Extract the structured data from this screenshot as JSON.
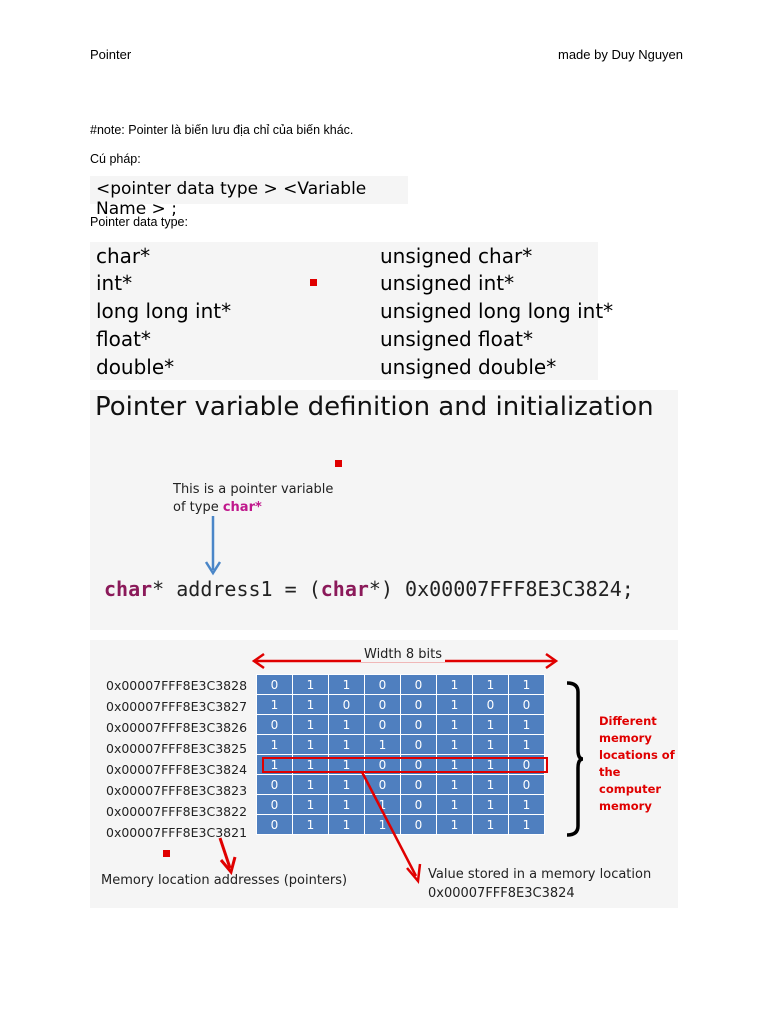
{
  "header": {
    "left": "Pointer",
    "right": "made by Duy Nguyen"
  },
  "note": "#note: Pointer là biến lưu địa chỉ của biến khác.",
  "syntax_label": "Cú pháp:",
  "syntax": "<pointer data type > <Variable Name > ;",
  "data_type_label": "Pointer data type:",
  "data_types": {
    "left": [
      "char*",
      "int*",
      "long long int*",
      "float*",
      "double*"
    ],
    "right": [
      "unsigned char*",
      "unsigned int*",
      "unsigned long long int*",
      "unsigned float*",
      "unsigned double*"
    ]
  },
  "figure1": {
    "title": "Pointer variable definition and initialization",
    "annotation_line1": "This is a pointer variable",
    "annotation_line2_prefix": "of type ",
    "annotation_type": "char*",
    "code": {
      "kw1": "char",
      "part1": "* address1 = (",
      "kw2": "char",
      "part2": "*) 0x00007FFF8E3C3824;"
    }
  },
  "figure2": {
    "width_label": "Width 8 bits",
    "addresses": [
      "0x00007FFF8E3C3828",
      "0x00007FFF8E3C3827",
      "0x00007FFF8E3C3826",
      "0x00007FFF8E3C3825",
      "0x00007FFF8E3C3824",
      "0x00007FFF8E3C3823",
      "0x00007FFF8E3C3822",
      "0x00007FFF8E3C3821"
    ],
    "bits": [
      [
        "0",
        "1",
        "1",
        "0",
        "0",
        "1",
        "1",
        "1"
      ],
      [
        "1",
        "1",
        "0",
        "0",
        "0",
        "1",
        "0",
        "0"
      ],
      [
        "0",
        "1",
        "1",
        "0",
        "0",
        "1",
        "1",
        "1"
      ],
      [
        "1",
        "1",
        "1",
        "1",
        "0",
        "1",
        "1",
        "1"
      ],
      [
        "1",
        "1",
        "1",
        "0",
        "0",
        "1",
        "1",
        "0"
      ],
      [
        "0",
        "1",
        "1",
        "0",
        "0",
        "1",
        "1",
        "0"
      ],
      [
        "0",
        "1",
        "1",
        "1",
        "0",
        "1",
        "1",
        "1"
      ],
      [
        "0",
        "1",
        "1",
        "1",
        "0",
        "1",
        "1",
        "1"
      ]
    ],
    "brace_label": [
      "Different",
      "memory",
      "locations of",
      "the computer",
      "memory"
    ],
    "bottom_left": "Memory location addresses (pointers)",
    "bottom_right_line1": "Value stored in a memory location",
    "bottom_right_line2": "0x00007FFF8E3C3824"
  },
  "colors": {
    "cell": "#4f7fbf",
    "accent_red": "#e00000",
    "keyword": "#8b1a5a",
    "arrow_blue": "#4a86c8"
  }
}
